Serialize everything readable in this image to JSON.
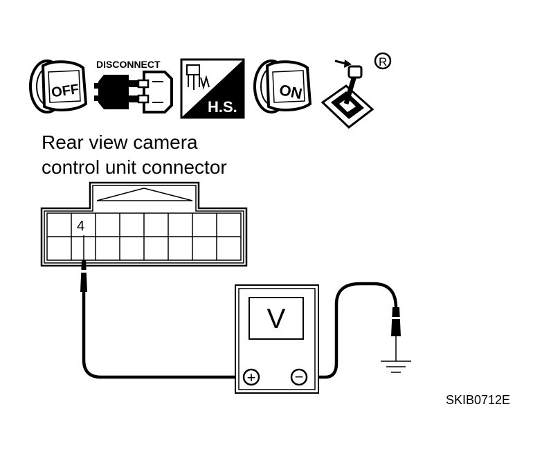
{
  "icons": {
    "disconnect_label": "DISCONNECT",
    "off_label": "OFF",
    "on_label": "ON",
    "hs_label": "H.S.",
    "registered_mark": "R"
  },
  "connector": {
    "title_line1": "Rear view camera",
    "title_line2": "control unit connector",
    "terminal_label": "4"
  },
  "meter": {
    "display": "V",
    "plus_symbol": "+",
    "minus_symbol": "−"
  },
  "figure_code": "SKIB0712E"
}
